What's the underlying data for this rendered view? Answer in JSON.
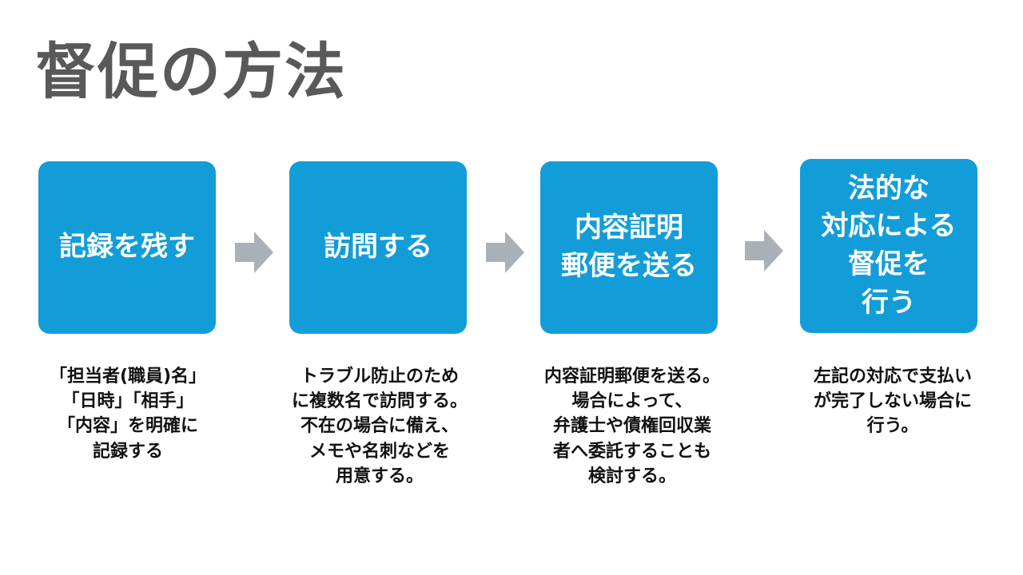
{
  "title": "督促の方法",
  "colors": {
    "box": "#139dd8",
    "arrow": "#a9b0b7",
    "title": "#595959"
  },
  "steps": [
    {
      "label": "記録を残す",
      "caption": "「担当者(職員)名」\n「日時」「相手」\n「内容」を明確に\n記録する"
    },
    {
      "label": "訪問する",
      "caption": "トラブル防止のため\nに複数名で訪問する。\n不在の場合に備え、\nメモや名刺などを\n用意する。"
    },
    {
      "label": "内容証明\n郵便を送る",
      "caption": "内容証明郵便を送る。\n場合によって、\n弁護士や債権回収業\n者へ委託することも\n検討する。"
    },
    {
      "label": "法的な\n対応による\n督促を\n行う",
      "caption": "左記の対応で支払い\nが完了しない場合に\n行う。"
    }
  ]
}
